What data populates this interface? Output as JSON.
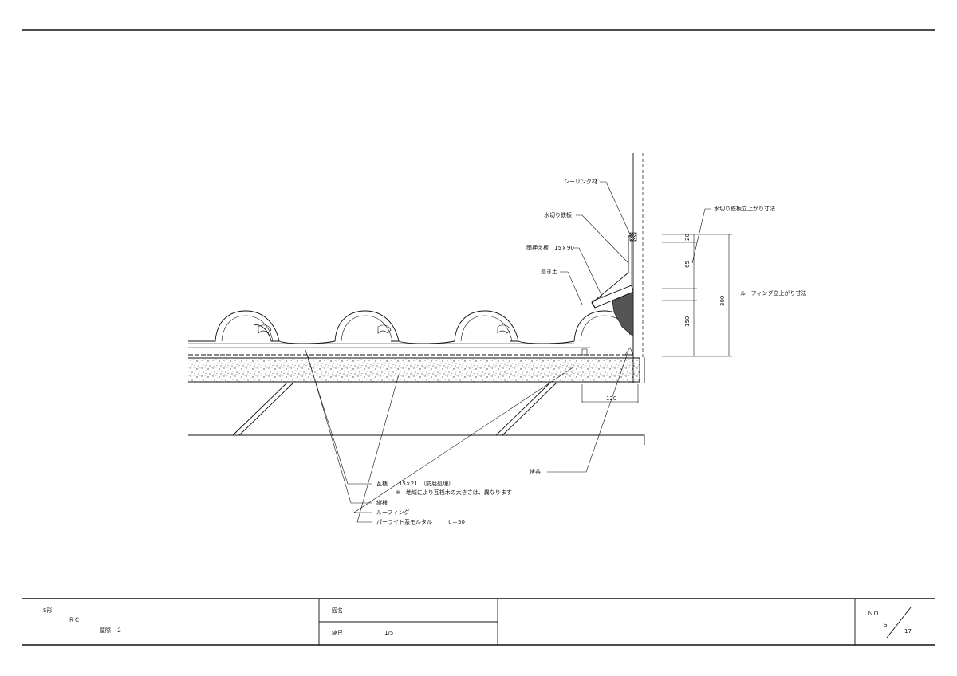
{
  "labels": {
    "sealing": "シーリング材",
    "kirigane": "水切り鉄板",
    "amaosae": "雨押え板　15ｘ90",
    "nandotsuchi": "葺き土",
    "kirigane_dim": "水切り鉄板立上がり寸法",
    "roofing_dim": "ルーフィング立上がり寸法",
    "sodan": "捨谷",
    "kawarazan": "瓦桟　　15×21　（防腐処理）",
    "note": "※　地域により瓦桟木の大きさは、異なります",
    "yokozan": "縦桟",
    "roofing": "ルーフィング",
    "mortar": "パーライト系モルタル",
    "mortar_t": "ｔ＝50"
  },
  "dimensions": {
    "d20": "20",
    "d65": "65",
    "d150": "150",
    "d300": "300",
    "d120": "120"
  },
  "title_block": {
    "type_code": "S形",
    "structure": "ＲＣ",
    "category": "壁際　２",
    "drawing_name_label": "図名",
    "scale_label": "縮尺",
    "scale_value": "1/5",
    "no_label": "ＮＯ",
    "series": "S",
    "number": "17"
  }
}
